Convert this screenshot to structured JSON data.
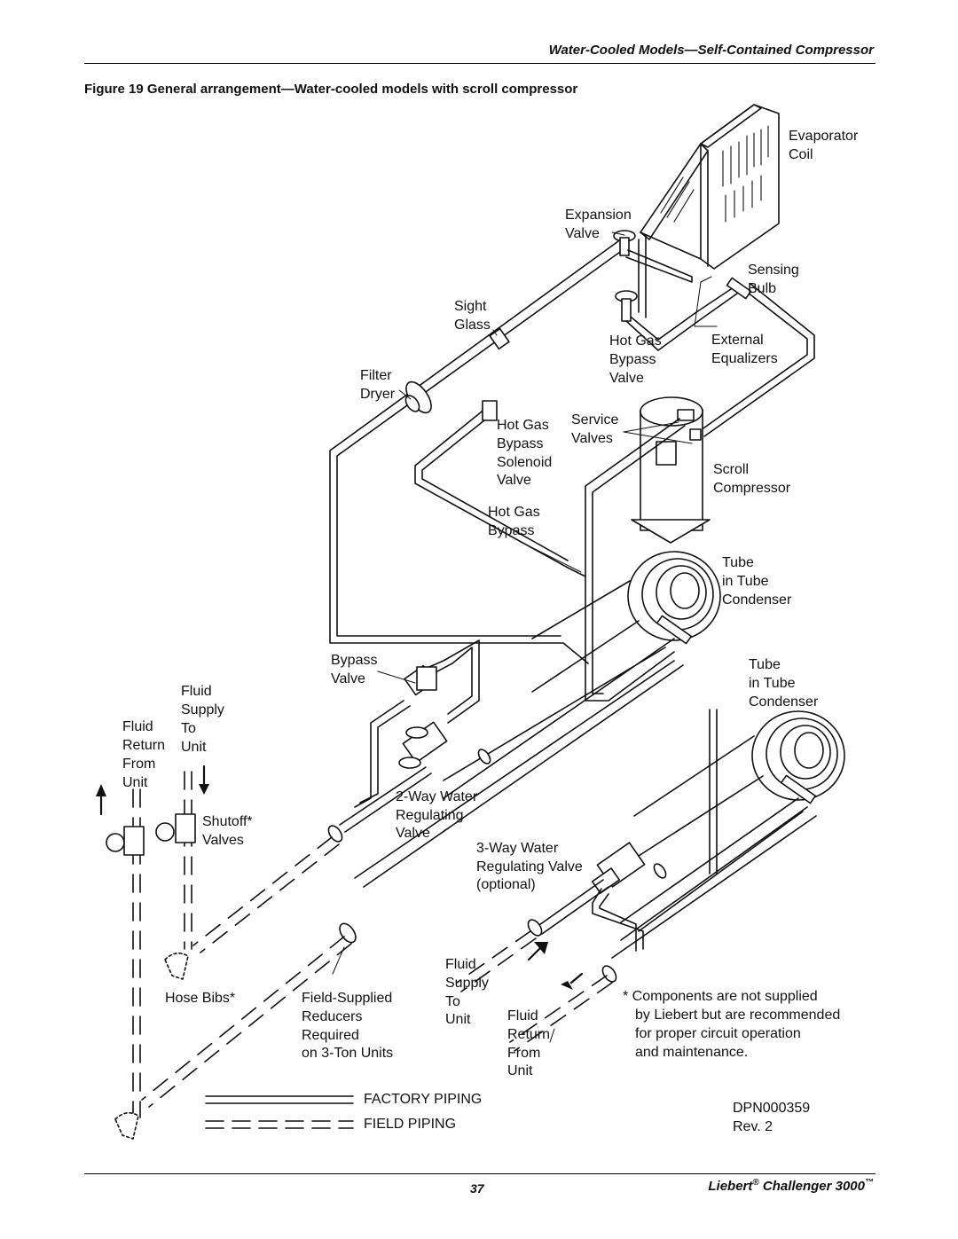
{
  "header": {
    "section_title": "Water-Cooled Models—Self-Contained Compressor"
  },
  "figure": {
    "caption": "Figure 19  General arrangement—Water-cooled models with scroll compressor"
  },
  "labels": {
    "evaporator_coil": [
      "Evaporator",
      "Coil"
    ],
    "expansion_valve": [
      "Expansion",
      "Valve"
    ],
    "sensing_bulb": [
      "Sensing",
      "Bulb"
    ],
    "sight_glass": [
      "Sight",
      "Glass"
    ],
    "hot_gas_bypass_valve": [
      "Hot Gas",
      "Bypass",
      "Valve"
    ],
    "external_equalizers": [
      "External",
      "Equalizers"
    ],
    "filter_dryer": [
      "Filter",
      "Dryer"
    ],
    "hot_gas_bypass_solenoid": [
      "Hot Gas",
      "Bypass",
      "Solenoid",
      "Valve"
    ],
    "service_valves": [
      "Service",
      "Valves"
    ],
    "scroll_compressor": [
      "Scroll",
      "Compressor"
    ],
    "hot_gas_bypass": [
      "Hot Gas",
      "Bypass"
    ],
    "tube_condenser_1": [
      "Tube",
      "in Tube",
      "Condenser"
    ],
    "bypass_valve": [
      "Bypass",
      "Valve"
    ],
    "tube_condenser_2": [
      "Tube",
      "in Tube",
      "Condenser"
    ],
    "fluid_supply_to_unit_left": [
      "Fluid",
      "Supply",
      "To",
      "Unit"
    ],
    "fluid_return_from_unit_left": [
      "Fluid",
      "Return",
      "From",
      "Unit"
    ],
    "shutoff_valves": [
      "Shutoff*",
      "Valves"
    ],
    "two_way_water_valve": [
      "2-Way Water",
      "Regulating",
      "Valve"
    ],
    "three_way_water_valve": [
      "3-Way Water",
      "Regulating Valve",
      "(optional)"
    ],
    "hose_bibs": [
      "Hose Bibs*"
    ],
    "field_supplied_reducers": [
      "Field-Supplied",
      "Reducers",
      "Required",
      "on 3-Ton Units"
    ],
    "fluid_supply_to_unit_right": [
      "Fluid",
      "Supply",
      "To",
      "Unit"
    ],
    "fluid_return_from_unit_right": [
      "Fluid",
      "Return",
      "From",
      "Unit"
    ],
    "components_note": [
      "* Components are not supplied",
      "by Liebert but are recommended",
      "for proper circuit operation",
      "and maintenance."
    ],
    "drawing_number": [
      "DPN000359",
      "Rev. 2"
    ]
  },
  "legend": {
    "factory": "FACTORY PIPING",
    "field": "FIELD PIPING"
  },
  "footer": {
    "page_number": "37",
    "brand": "Liebert",
    "brand_reg": "®",
    "product": " Challenger 3000",
    "product_tm": "™"
  }
}
